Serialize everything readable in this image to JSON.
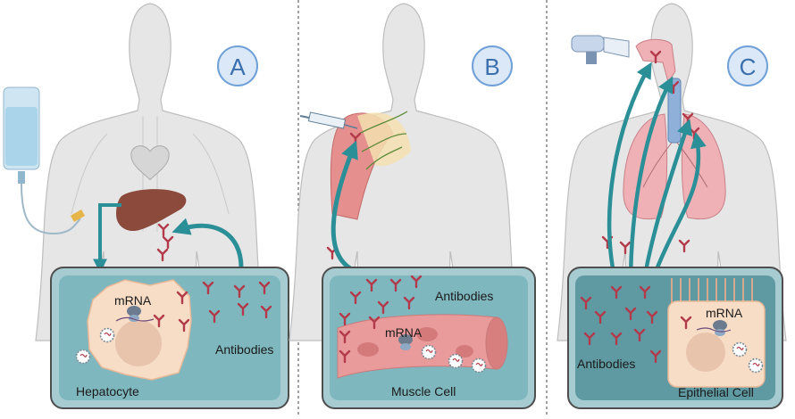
{
  "panels": [
    {
      "badge": "A",
      "labels": {
        "mrna": "mRNA",
        "antibodies": "Antibodies",
        "cell": "Hepatocyte"
      }
    },
    {
      "badge": "B",
      "labels": {
        "mrna": "mRNA",
        "antibodies": "Antibodies",
        "cell": "Muscle Cell"
      }
    },
    {
      "badge": "C",
      "labels": {
        "mrna": "mRNA",
        "antibodies": "Antibodies",
        "cell": "Epithelial Cell"
      }
    }
  ],
  "colors": {
    "body": "#e6e6e6",
    "body_outline": "#bdbdbd",
    "cell_box": "#7fb7bf",
    "cell_box_dark": "#5f9aa3",
    "arrow": "#2a8f96",
    "antibody": "#b23a4a",
    "hepatocyte": "#f7dcc6",
    "muscle": "#e99a9a",
    "lung": "#efb1b6",
    "liver": "#8b4a3c",
    "badge_ring": "#6fa0d8",
    "badge_fill": "#dbe8f7"
  },
  "icons": [
    "iv-bag-icon",
    "syringe-icon",
    "nebulizer-icon",
    "liver-icon",
    "heart-icon",
    "lungs-icon",
    "antibody-icon",
    "lipid-nanoparticle-icon",
    "ribosome-icon"
  ]
}
